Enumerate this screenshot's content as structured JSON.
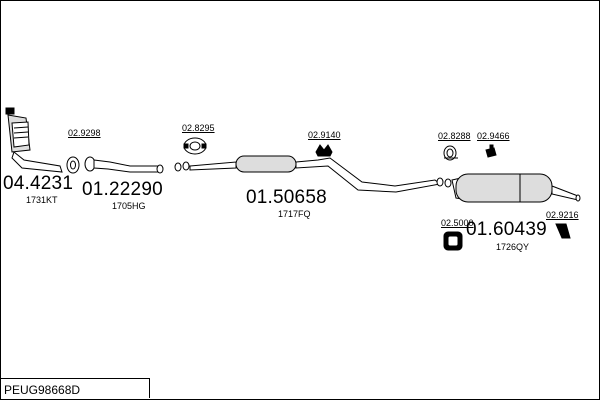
{
  "reference": "PEUG98668D",
  "parts": [
    {
      "id": "catalyst",
      "number": "04.4231",
      "code": "1731KT",
      "icon": "catalytic-converter-icon"
    },
    {
      "id": "front-pipe",
      "number": "01.22290",
      "code": "1705HG",
      "icon": "front-pipe-icon"
    },
    {
      "id": "center",
      "number": "01.50658",
      "code": "1717FQ",
      "icon": "center-silencer-icon"
    },
    {
      "id": "rear",
      "number": "01.60439",
      "code": "1726QY",
      "icon": "rear-silencer-icon"
    }
  ],
  "small_parts": [
    {
      "id": "gasket",
      "number": "02.9298",
      "icon": "gasket-icon"
    },
    {
      "id": "clamp",
      "number": "02.8295",
      "icon": "clamp-icon"
    },
    {
      "id": "mount1",
      "number": "02.9140",
      "icon": "rubber-mount-icon"
    },
    {
      "id": "clamp2",
      "number": "02.8288",
      "icon": "pipe-clamp-icon"
    },
    {
      "id": "bracket",
      "number": "02.9466",
      "icon": "bracket-icon"
    },
    {
      "id": "mount2",
      "number": "02.5000",
      "icon": "rubber-mount-icon"
    },
    {
      "id": "hanger",
      "number": "02.9216",
      "icon": "hanger-icon"
    }
  ]
}
